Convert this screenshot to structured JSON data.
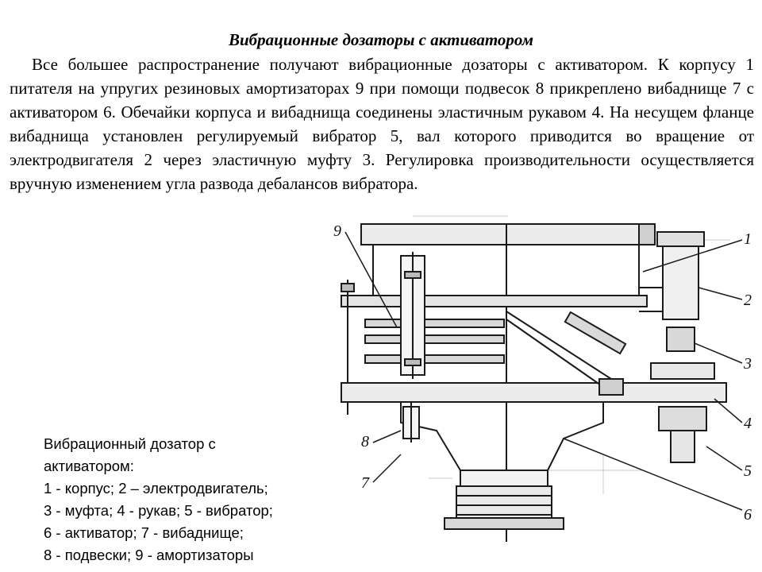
{
  "title": "Вибрационные дозаторы с активатором",
  "paragraph": "Все большее распространение получают вибрационные дозаторы с активатором. К корпусу 1 питателя на упругих резиновых амортизаторах 9 при помощи подвесок 8 прикреплено вибаднище 7 с активатором 6. Обечайки корпуса и вибаднища соединены эластичным рукавом 4. На несущем фланце вибаднища установлен регулируемый вибратор 5, вал которого приводится во вращение от электродвигателя 2 через эластичную муфту 3. Регулировка производительности осуществляется вручную изменением угла развода дебалансов вибратора.",
  "caption": {
    "lines": [
      "Вибрационный дозатор с",
      "активатором:",
      "1 - корпус; 2 – электродвигатель;",
      "3 - муфта; 4 - рукав; 5 - вибратор;",
      "6 - активатор; 7 - вибаднище;",
      "8 - подвески; 9 - амортизаторы"
    ]
  },
  "figure": {
    "labels": [
      "9",
      "1",
      "2",
      "3",
      "4",
      "5",
      "6",
      "7",
      "8"
    ]
  }
}
